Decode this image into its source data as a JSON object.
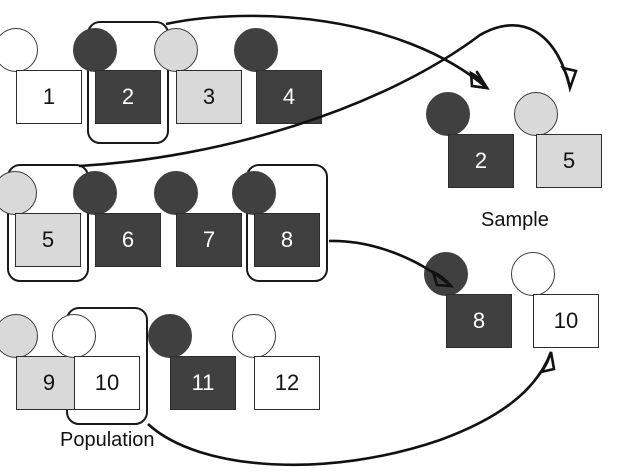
{
  "diagram": {
    "title_population": "Population",
    "title_sample": "Sample",
    "colors": {
      "dark": "#404040",
      "light": "#d9d9d9",
      "white": "#ffffff",
      "outline": "#2d2d2d",
      "arrow": "#111111"
    }
  },
  "population": {
    "label": "Population",
    "rows": [
      [
        {
          "value": "1",
          "shade": "white"
        },
        {
          "value": "2",
          "shade": "dark",
          "selected": true
        },
        {
          "value": "3",
          "shade": "light"
        },
        {
          "value": "4",
          "shade": "dark"
        }
      ],
      [
        {
          "value": "5",
          "shade": "light",
          "selected": true
        },
        {
          "value": "6",
          "shade": "dark"
        },
        {
          "value": "7",
          "shade": "dark"
        },
        {
          "value": "8",
          "shade": "dark",
          "selected": true
        }
      ],
      [
        {
          "value": "9",
          "shade": "light"
        },
        {
          "value": "10",
          "shade": "white",
          "selected": true
        },
        {
          "value": "11",
          "shade": "dark"
        },
        {
          "value": "12",
          "shade": "white"
        }
      ]
    ]
  },
  "sample": {
    "label": "Sample",
    "items": [
      {
        "value": "2",
        "shade": "dark"
      },
      {
        "value": "5",
        "shade": "light"
      },
      {
        "value": "8",
        "shade": "dark"
      },
      {
        "value": "10",
        "shade": "white"
      }
    ]
  },
  "arrows": [
    {
      "from": "population-unit-2",
      "to": "sample-unit-2"
    },
    {
      "from": "population-unit-5",
      "to": "sample-unit-5"
    },
    {
      "from": "population-unit-8",
      "to": "sample-unit-8"
    },
    {
      "from": "population-unit-10",
      "to": "sample-unit-10"
    }
  ]
}
